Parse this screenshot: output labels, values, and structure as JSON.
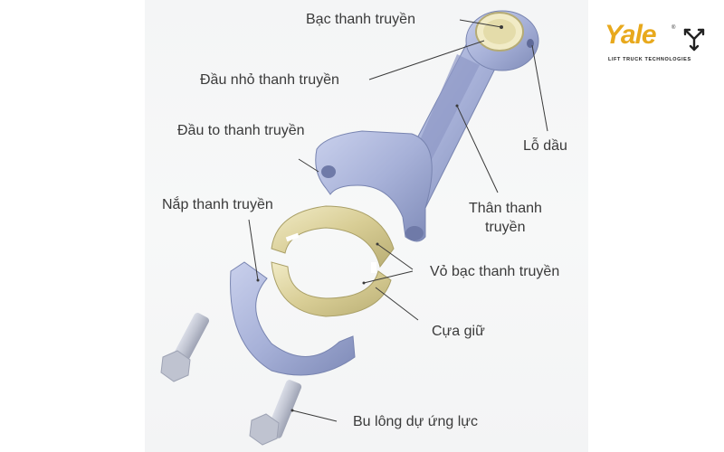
{
  "diagram": {
    "subject": "Connecting rod exploded view",
    "labels": {
      "bushing": "Bạc thanh truyền",
      "small_end": "Đầu nhỏ thanh truyền",
      "big_end": "Đầu to thanh truyền",
      "oil_hole": "Lỗ dầu",
      "rod_body_line1": "Thân thanh",
      "rod_body_line2": "truyền",
      "cap": "Nắp thanh truyền",
      "bearing_shells": "Vỏ bạc thanh truyền",
      "locating_tab": "Cựa giữ",
      "bolts": "Bu lông dự ứng lực"
    },
    "colors": {
      "steel": "#a9b3d6",
      "steel_dark": "#7d89b5",
      "bearing": "#d9cf98",
      "bearing_light": "#efe9c4",
      "bolt": "#c2c6d2",
      "leader": "#3a3a3a"
    }
  },
  "logo": {
    "brand": "Yale",
    "registered": "®",
    "tagline": "LIFT TRUCK TECHNOLOGIES",
    "brand_color": "#e8a91d"
  }
}
